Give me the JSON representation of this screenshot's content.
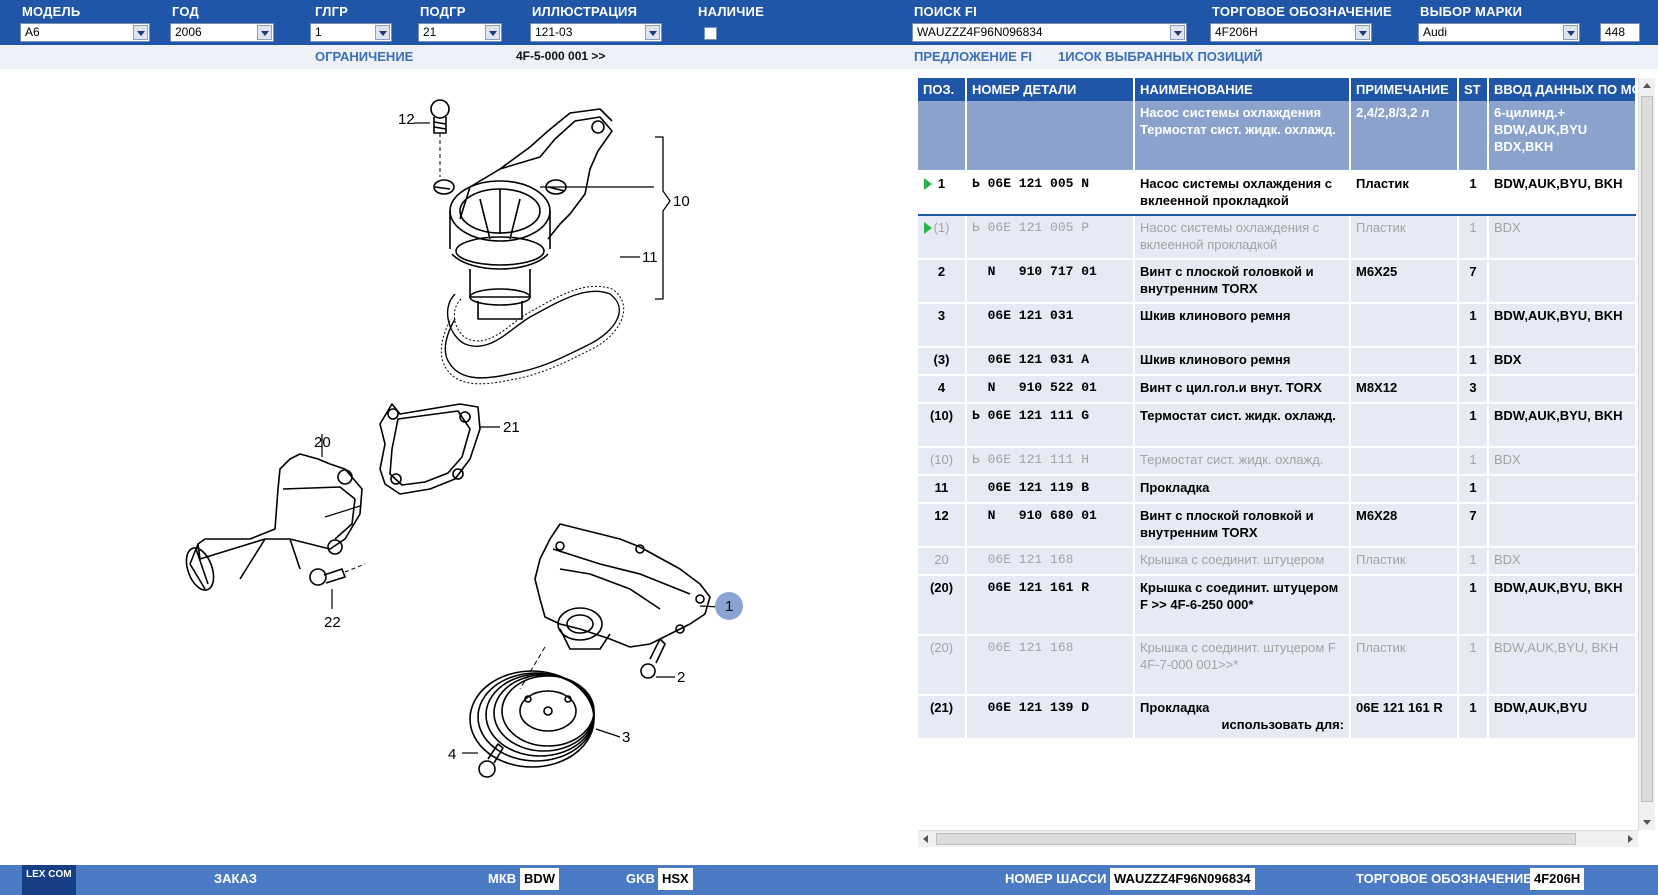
{
  "toolbar": {
    "model_label": "МОДЕЛЬ",
    "model_value": "A6",
    "year_label": "ГОД",
    "year_value": "2006",
    "glgr_label": "ГЛГР",
    "glgr_value": "1",
    "podgr_label": "ПОДГР",
    "podgr_value": "21",
    "illustration_label": "ИЛЛЮСТРАЦИЯ",
    "illustration_value": "121-03",
    "availability_label": "НАЛИЧИЕ",
    "search_fi_label": "ПОИСК FI",
    "search_fi_value": "WAUZZZ4F96N096834",
    "trade_label": "ТОРГОВОЕ ОБОЗНАЧЕНИЕ",
    "trade_value": "4F206H",
    "brand_label": "ВЫБОР МАРКИ",
    "brand_value": "Audi",
    "count_value": "448"
  },
  "subbar": {
    "restriction_label": "ОГРАНИЧЕНИЕ",
    "restriction_value": "4F-5-000 001 >>",
    "proposal_fi": "ПРЕДЛОЖЕНИЕ FI",
    "selected_list": "1ИСОК ВЫБРАННЫХ ПОЗИЦИЙ"
  },
  "illustration": {
    "callouts": [
      "12",
      "10",
      "11",
      "20",
      "21",
      "22",
      "1",
      "2",
      "3",
      "4"
    ]
  },
  "table": {
    "columns": [
      "ПОЗ.",
      "НОМЕР ДЕТАЛИ",
      "НАИМЕНОВАНИЕ",
      "ПРИМЕЧАНИЕ",
      "ST",
      "ВВОД ДАННЫХ ПО МОДЕЛИ"
    ],
    "header_row": {
      "name": "Насос системы охлаждения Термостат сист. жидк. охлажд.",
      "note": "2,4/2,8/3,2 л",
      "model": "6-цилинд.+ BDW,AUK,BYU BDX,BKH"
    },
    "rows": [
      {
        "pos": "1",
        "pn": "Ь 06E 121 005 N",
        "name": "Насос системы охлаждения с вклеенной прокладкой",
        "note": "Пластик",
        "st": "1",
        "model": "BDW,AUK,BYU, BKH"
      },
      {
        "pos": "(1)",
        "pn": "Ь 06E 121 005 P",
        "name": "Насос системы охлаждения с вклеенной прокладкой",
        "note": "Пластик",
        "st": "1",
        "model": "BDX"
      },
      {
        "pos": "2",
        "pn": "  N   910 717 01",
        "name": "Винт с плоской головкой и внутренним TORX",
        "note": "M6X25",
        "st": "7",
        "model": ""
      },
      {
        "pos": "3",
        "pn": "  06E 121 031",
        "name": "Шкив клинового ремня",
        "note": "",
        "st": "1",
        "model": "BDW,AUK,BYU, BKH"
      },
      {
        "pos": "(3)",
        "pn": "  06E 121 031 A",
        "name": "Шкив клинового ремня",
        "note": "",
        "st": "1",
        "model": "BDX"
      },
      {
        "pos": "4",
        "pn": "  N   910 522 01",
        "name": "Винт с цил.гол.и внут. TORX",
        "note": "M8X12",
        "st": "3",
        "model": ""
      },
      {
        "pos": "(10)",
        "pn": "Ь 06E 121 111 G",
        "name": "Термостат сист. жидк. охлажд.",
        "note": "",
        "st": "1",
        "model": "BDW,AUK,BYU, BKH"
      },
      {
        "pos": "(10)",
        "pn": "Ь 06E 121 111 H",
        "name": "Термостат сист. жидк. охлажд.",
        "note": "",
        "st": "1",
        "model": "BDX"
      },
      {
        "pos": "11",
        "pn": "  06E 121 119 B",
        "name": "Прокладка",
        "note": "",
        "st": "1",
        "model": ""
      },
      {
        "pos": "12",
        "pn": "  N   910 680 01",
        "name": "Винт с плоской головкой и внутренним TORX",
        "note": "M6X28",
        "st": "7",
        "model": ""
      },
      {
        "pos": "20",
        "pn": "  06E 121 168",
        "name": "Крышка с соединит. штуцером",
        "note": "Пластик",
        "st": "1",
        "model": "BDX"
      },
      {
        "pos": "(20)",
        "pn": "  06E 121 161 R",
        "name": "Крышка с соединит. штуцером F            >> 4F-6-250 000*",
        "note": "",
        "st": "1",
        "model": "BDW,AUK,BYU, BKH"
      },
      {
        "pos": "(20)",
        "pn": "  06E 121 168",
        "name": "Крышка с соединит. штуцером F 4F-7-000 001>>*",
        "note": "Пластик",
        "st": "1",
        "model": "BDW,AUK,BYU, BKH"
      },
      {
        "pos": "(21)",
        "pn": "  06E 121 139 D",
        "name": "Прокладка",
        "name2": "использовать для:",
        "note": "06E 121 161 R",
        "st": "1",
        "model": "BDW,AUK,BYU"
      }
    ]
  },
  "bottombar": {
    "logo": "LEX COM",
    "order_label": "ЗАКАЗ",
    "mkb_label": "МКВ",
    "mkb_value": "BDW",
    "gkb_label": "GKB",
    "gkb_value": "HSX",
    "chassis_label": "НОМЕР ШАССИ",
    "chassis_value": "WAUZZZ4F96N096834",
    "trade_label": "ТОРГОВОЕ ОБОЗНАЧЕНИЕ",
    "trade_value": "4F206H"
  },
  "colors": {
    "accent": "#1f56a8",
    "header_row": "#8aa2cc",
    "row_bg": "#e6eaf4",
    "arrow": "#2cb34a"
  }
}
